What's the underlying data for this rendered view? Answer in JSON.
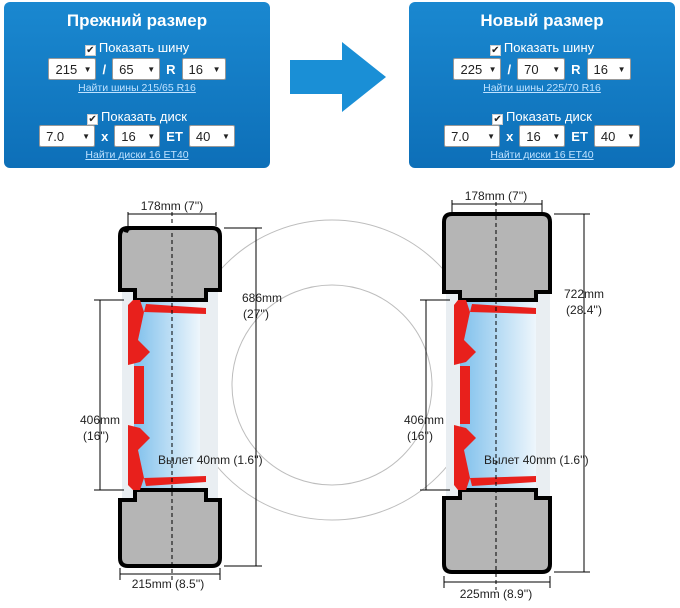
{
  "left_panel": {
    "title": "Прежний размер",
    "show_tire_label": "Показать шину",
    "tire": {
      "width": "215",
      "sep1": "/",
      "profile": "65",
      "sep2": "R",
      "rim": "16"
    },
    "find_tires_link": "Найти шины 215/65 R16",
    "show_disc_label": "Показать диск",
    "disc": {
      "width": "7.0",
      "sep1": "x",
      "diameter": "16",
      "sep2": "ET",
      "offset": "40"
    },
    "find_discs_link": "Найти диски 16 ET40"
  },
  "right_panel": {
    "title": "Новый размер",
    "show_tire_label": "Показать шину",
    "tire": {
      "width": "225",
      "sep1": "/",
      "profile": "70",
      "sep2": "R",
      "rim": "16"
    },
    "find_tires_link": "Найти шины 225/70 R16",
    "show_disc_label": "Показать диск",
    "disc": {
      "width": "7.0",
      "sep1": "x",
      "diameter": "16",
      "sep2": "ET",
      "offset": "40"
    },
    "find_discs_link": "Найти диски 16 ET40"
  },
  "left_wheel": {
    "width_label": "178mm (7'')",
    "diameter_label_1": "686mm",
    "diameter_label_2": "(27'')",
    "rim_label_1": "406mm",
    "rim_label_2": "(16'')",
    "offset_label": "Вылет 40mm (1.6'')",
    "tire_width_label": "215mm (8.5'')"
  },
  "right_wheel": {
    "width_label": "178mm (7'')",
    "diameter_label_1": "722mm",
    "diameter_label_2": "(28.4'')",
    "rim_label_1": "406mm",
    "rim_label_2": "(16'')",
    "offset_label": "Вылет 40mm (1.6'')",
    "tire_width_label": "225mm (8.9'')"
  },
  "colors": {
    "panel_blue": "#1a88d0",
    "arrow_blue": "#1a8fd6",
    "tire_gray": "#b5b5b5",
    "rim_red": "#e8201c",
    "hub_blue": "#7fc0ec"
  },
  "icons": {
    "checkbox": "checkbox-checked-icon",
    "dropdown": "triangle-down-icon",
    "arrow": "right-arrow-icon"
  }
}
